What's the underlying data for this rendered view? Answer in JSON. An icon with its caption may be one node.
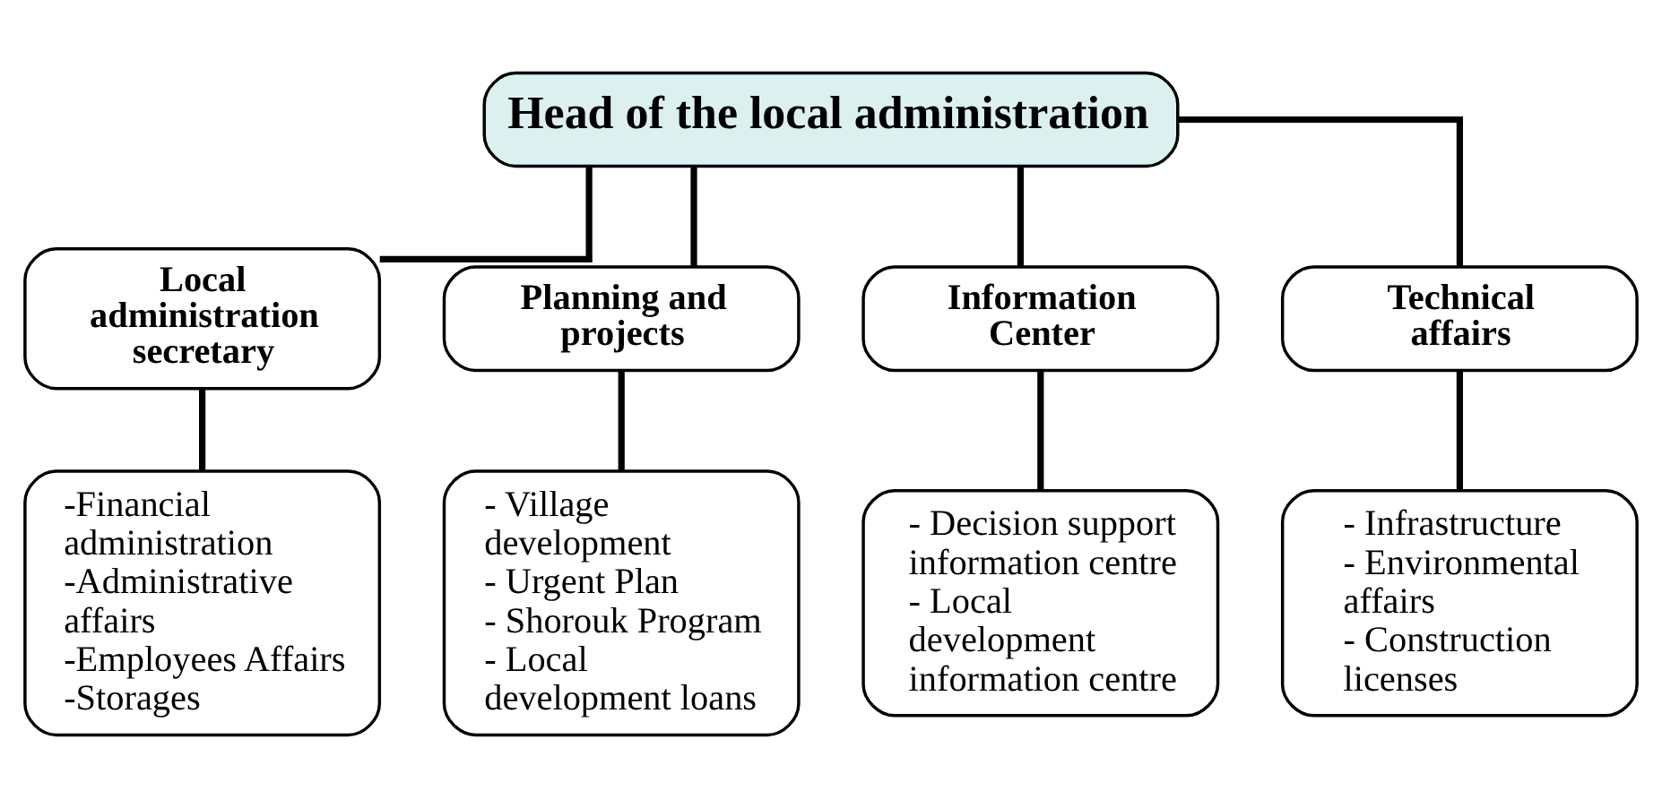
{
  "diagram": {
    "nodes": [
      {
        "text": [
          "Head of the local administration"
        ]
      },
      {
        "text": [
          "Local administration secretary"
        ]
      },
      {
        "text": [
          "Planning and projects"
        ]
      },
      {
        "text": [
          "Information Center"
        ]
      },
      {
        "text": [
          "Technical affairs"
        ]
      },
      {
        "text": [
          "-Financial administration",
          "-Administrative affairs",
          "-Employees Affairs",
          "-Storages"
        ]
      },
      {
        "text": [
          "- Village development",
          "- Urgent Plan",
          "- Shorouk Program",
          "- Local development loans"
        ]
      },
      {
        "text": [
          "- Decision support information centre",
          "- Local development information centre"
        ]
      },
      {
        "text": [
          "- Infrastructure",
          "- Environmental affairs",
          "- Construction licenses"
        ]
      }
    ],
    "edges": [
      {
        "from": 0,
        "to": 1,
        "arrow": "none"
      },
      {
        "from": 0,
        "to": 2,
        "arrow": "none"
      },
      {
        "from": 0,
        "to": 3,
        "arrow": "none"
      },
      {
        "from": 0,
        "to": 4,
        "arrow": "none"
      },
      {
        "from": 1,
        "to": 5,
        "arrow": "none"
      },
      {
        "from": 2,
        "to": 6,
        "arrow": "none"
      },
      {
        "from": 3,
        "to": 7,
        "arrow": "none"
      },
      {
        "from": 4,
        "to": 8,
        "arrow": "none"
      }
    ]
  }
}
